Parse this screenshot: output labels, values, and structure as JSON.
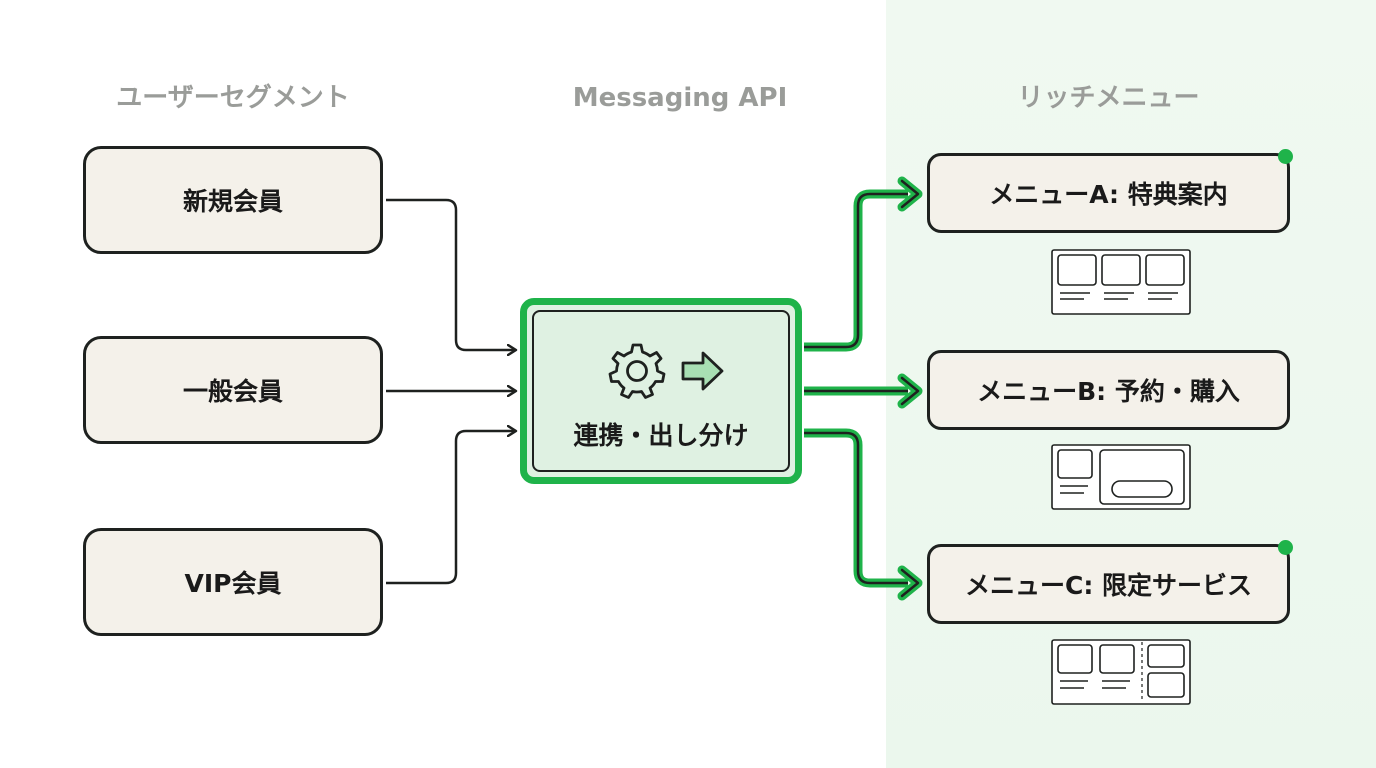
{
  "headings": {
    "segments": "ユーザーセグメント",
    "api": "Messaging API",
    "menus": "リッチメニュー"
  },
  "segments": [
    {
      "label": "新規会員"
    },
    {
      "label": "一般会員"
    },
    {
      "label": "VIP会員"
    }
  ],
  "api": {
    "label": "連携・出し分け",
    "icons": [
      "gear-icon",
      "arrow-right-icon"
    ]
  },
  "menus": [
    {
      "label": "メニューA: 特典案内",
      "indicator": true,
      "layout_icon": "three-panel-grid-icon"
    },
    {
      "label": "メニューB: 予約・購入",
      "indicator": false,
      "layout_icon": "panel-with-button-icon"
    },
    {
      "label": "メニューC: 限定サービス",
      "indicator": true,
      "layout_icon": "split-panel-grid-icon"
    }
  ],
  "colors": {
    "accent": "#1fb34a",
    "box_fill": "#f4f1ea",
    "api_fill": "#dff1e2",
    "panel_bg": "#edf8ef",
    "heading": "#9a9c99",
    "ink": "#1e211f"
  }
}
